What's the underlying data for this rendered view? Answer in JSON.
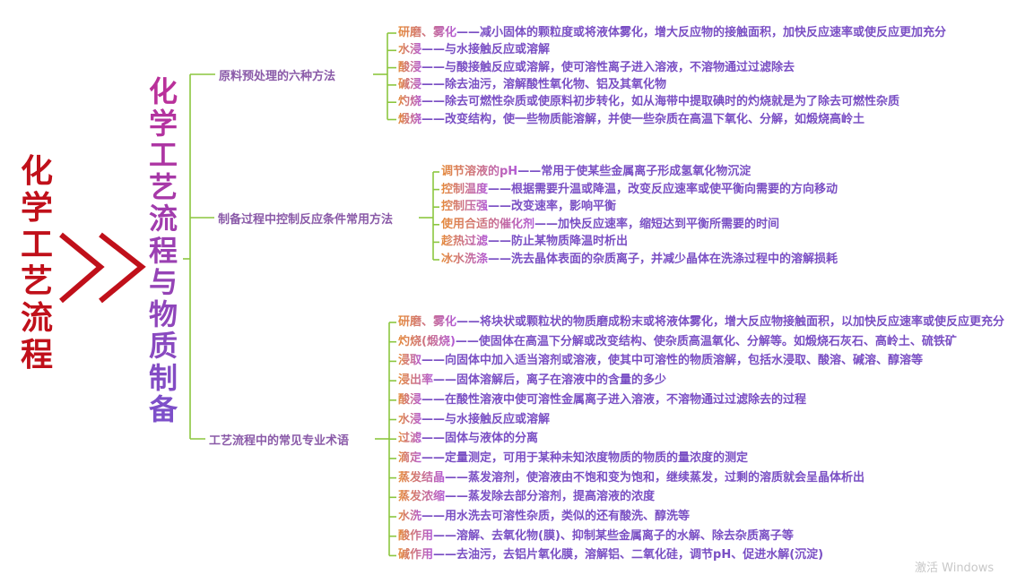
{
  "main_title": [
    "化",
    "学",
    "工",
    "艺",
    "流",
    "程"
  ],
  "sub_title": [
    "化",
    "学",
    "工",
    "艺",
    "流",
    "程",
    "与",
    "物",
    "质",
    "制",
    "备"
  ],
  "colors": {
    "main_title": "#c0101a",
    "sub_title_top": "#b9309a",
    "sub_title_bottom": "#7d4fc9",
    "branch_text": "#8a5aa8",
    "leaf_term_start": "#e58a3a",
    "leaf_term_end": "#b25ad6",
    "leaf_desc": "#7a4fc4",
    "connector": "#8cc63f",
    "arrow": "#c0101a"
  },
  "branches": [
    {
      "label": "原料预处理的六种方法",
      "items": [
        {
          "term": "研磨、雾化",
          "desc": "——减小固体的颗粒度或将液体雾化，增大反应物的接触面积，加快反应速率或使反应更加充分"
        },
        {
          "term": "水浸",
          "desc": "——与水接触反应或溶解"
        },
        {
          "term": "酸浸",
          "desc": "——与酸接触反应或溶解，使可溶性离子进入溶液，不溶物通过过滤除去"
        },
        {
          "term": "碱浸",
          "desc": "——除去油污，溶解酸性氧化物、铝及其氧化物"
        },
        {
          "term": "灼烧",
          "desc": "——除去可燃性杂质或使原料初步转化，如从海带中提取碘时的灼烧就是为了除去可燃性杂质"
        },
        {
          "term": "煅烧",
          "desc": "——改变结构，使一些物质能溶解，并使一些杂质在高温下氧化、分解，如煅烧高岭土"
        }
      ]
    },
    {
      "label": "制备过程中控制反应条件常用方法",
      "items": [
        {
          "term": "调节溶液的pH",
          "desc": "——常用于使某些金属离子形成氢氧化物沉淀"
        },
        {
          "term": "控制温度",
          "desc": "——根据需要升温或降温，改变反应速率或使平衡向需要的方向移动"
        },
        {
          "term": "控制压强",
          "desc": "——改变速率，影响平衡"
        },
        {
          "term": "使用合适的催化剂",
          "desc": "——加快反应速率，缩短达到平衡所需要的时间"
        },
        {
          "term": "趁热过滤",
          "desc": "——防止某物质降温时析出"
        },
        {
          "term": "冰水洗涤",
          "desc": "——洗去晶体表面的杂质离子，并减少晶体在洗涤过程中的溶解损耗"
        }
      ]
    },
    {
      "label": "工艺流程中的常见专业术语",
      "items": [
        {
          "term": "研磨、雾化",
          "desc": "——将块状或颗粒状的物质磨成粉末或将液体雾化，增大反应物接触面积，以加快反应速率或使反应更充分"
        },
        {
          "term": "灼烧(煅烧)",
          "desc": "——使固体在高温下分解或改变结构、使杂质高温氧化、分解等。如煅烧石灰石、高岭土、硫铁矿"
        },
        {
          "term": "浸取",
          "desc": "——向固体中加入适当溶剂或溶液，使其中可溶性的物质溶解，包括水浸取、酸溶、碱溶、醇溶等"
        },
        {
          "term": "浸出率",
          "desc": "——固体溶解后，离子在溶液中的含量的多少"
        },
        {
          "term": "酸浸",
          "desc": "——在酸性溶液中使可溶性金属离子进入溶液，不溶物通过过滤除去的过程"
        },
        {
          "term": "水浸",
          "desc": "——与水接触反应或溶解"
        },
        {
          "term": "过滤",
          "desc": "——固体与液体的分离"
        },
        {
          "term": "滴定",
          "desc": "——定量测定，可用于某种未知浓度物质的物质的量浓度的测定"
        },
        {
          "term": "蒸发结晶",
          "desc": "——蒸发溶剂，使溶液由不饱和变为饱和，继续蒸发，过剩的溶质就会呈晶体析出"
        },
        {
          "term": "蒸发浓缩",
          "desc": "——蒸发除去部分溶剂，提高溶液的浓度"
        },
        {
          "term": "水洗",
          "desc": "——用水洗去可溶性杂质，类似的还有酸洗、醇洗等"
        },
        {
          "term": "酸作用",
          "desc": "——溶解、去氧化物(膜)、抑制某些金属离子的水解、除去杂质离子等"
        },
        {
          "term": "碱作用",
          "desc": "——去油污，去铝片氧化膜，溶解铝、二氧化硅，调节pH、促进水解(沉淀)"
        }
      ]
    }
  ],
  "watermark": "激活 Windows"
}
